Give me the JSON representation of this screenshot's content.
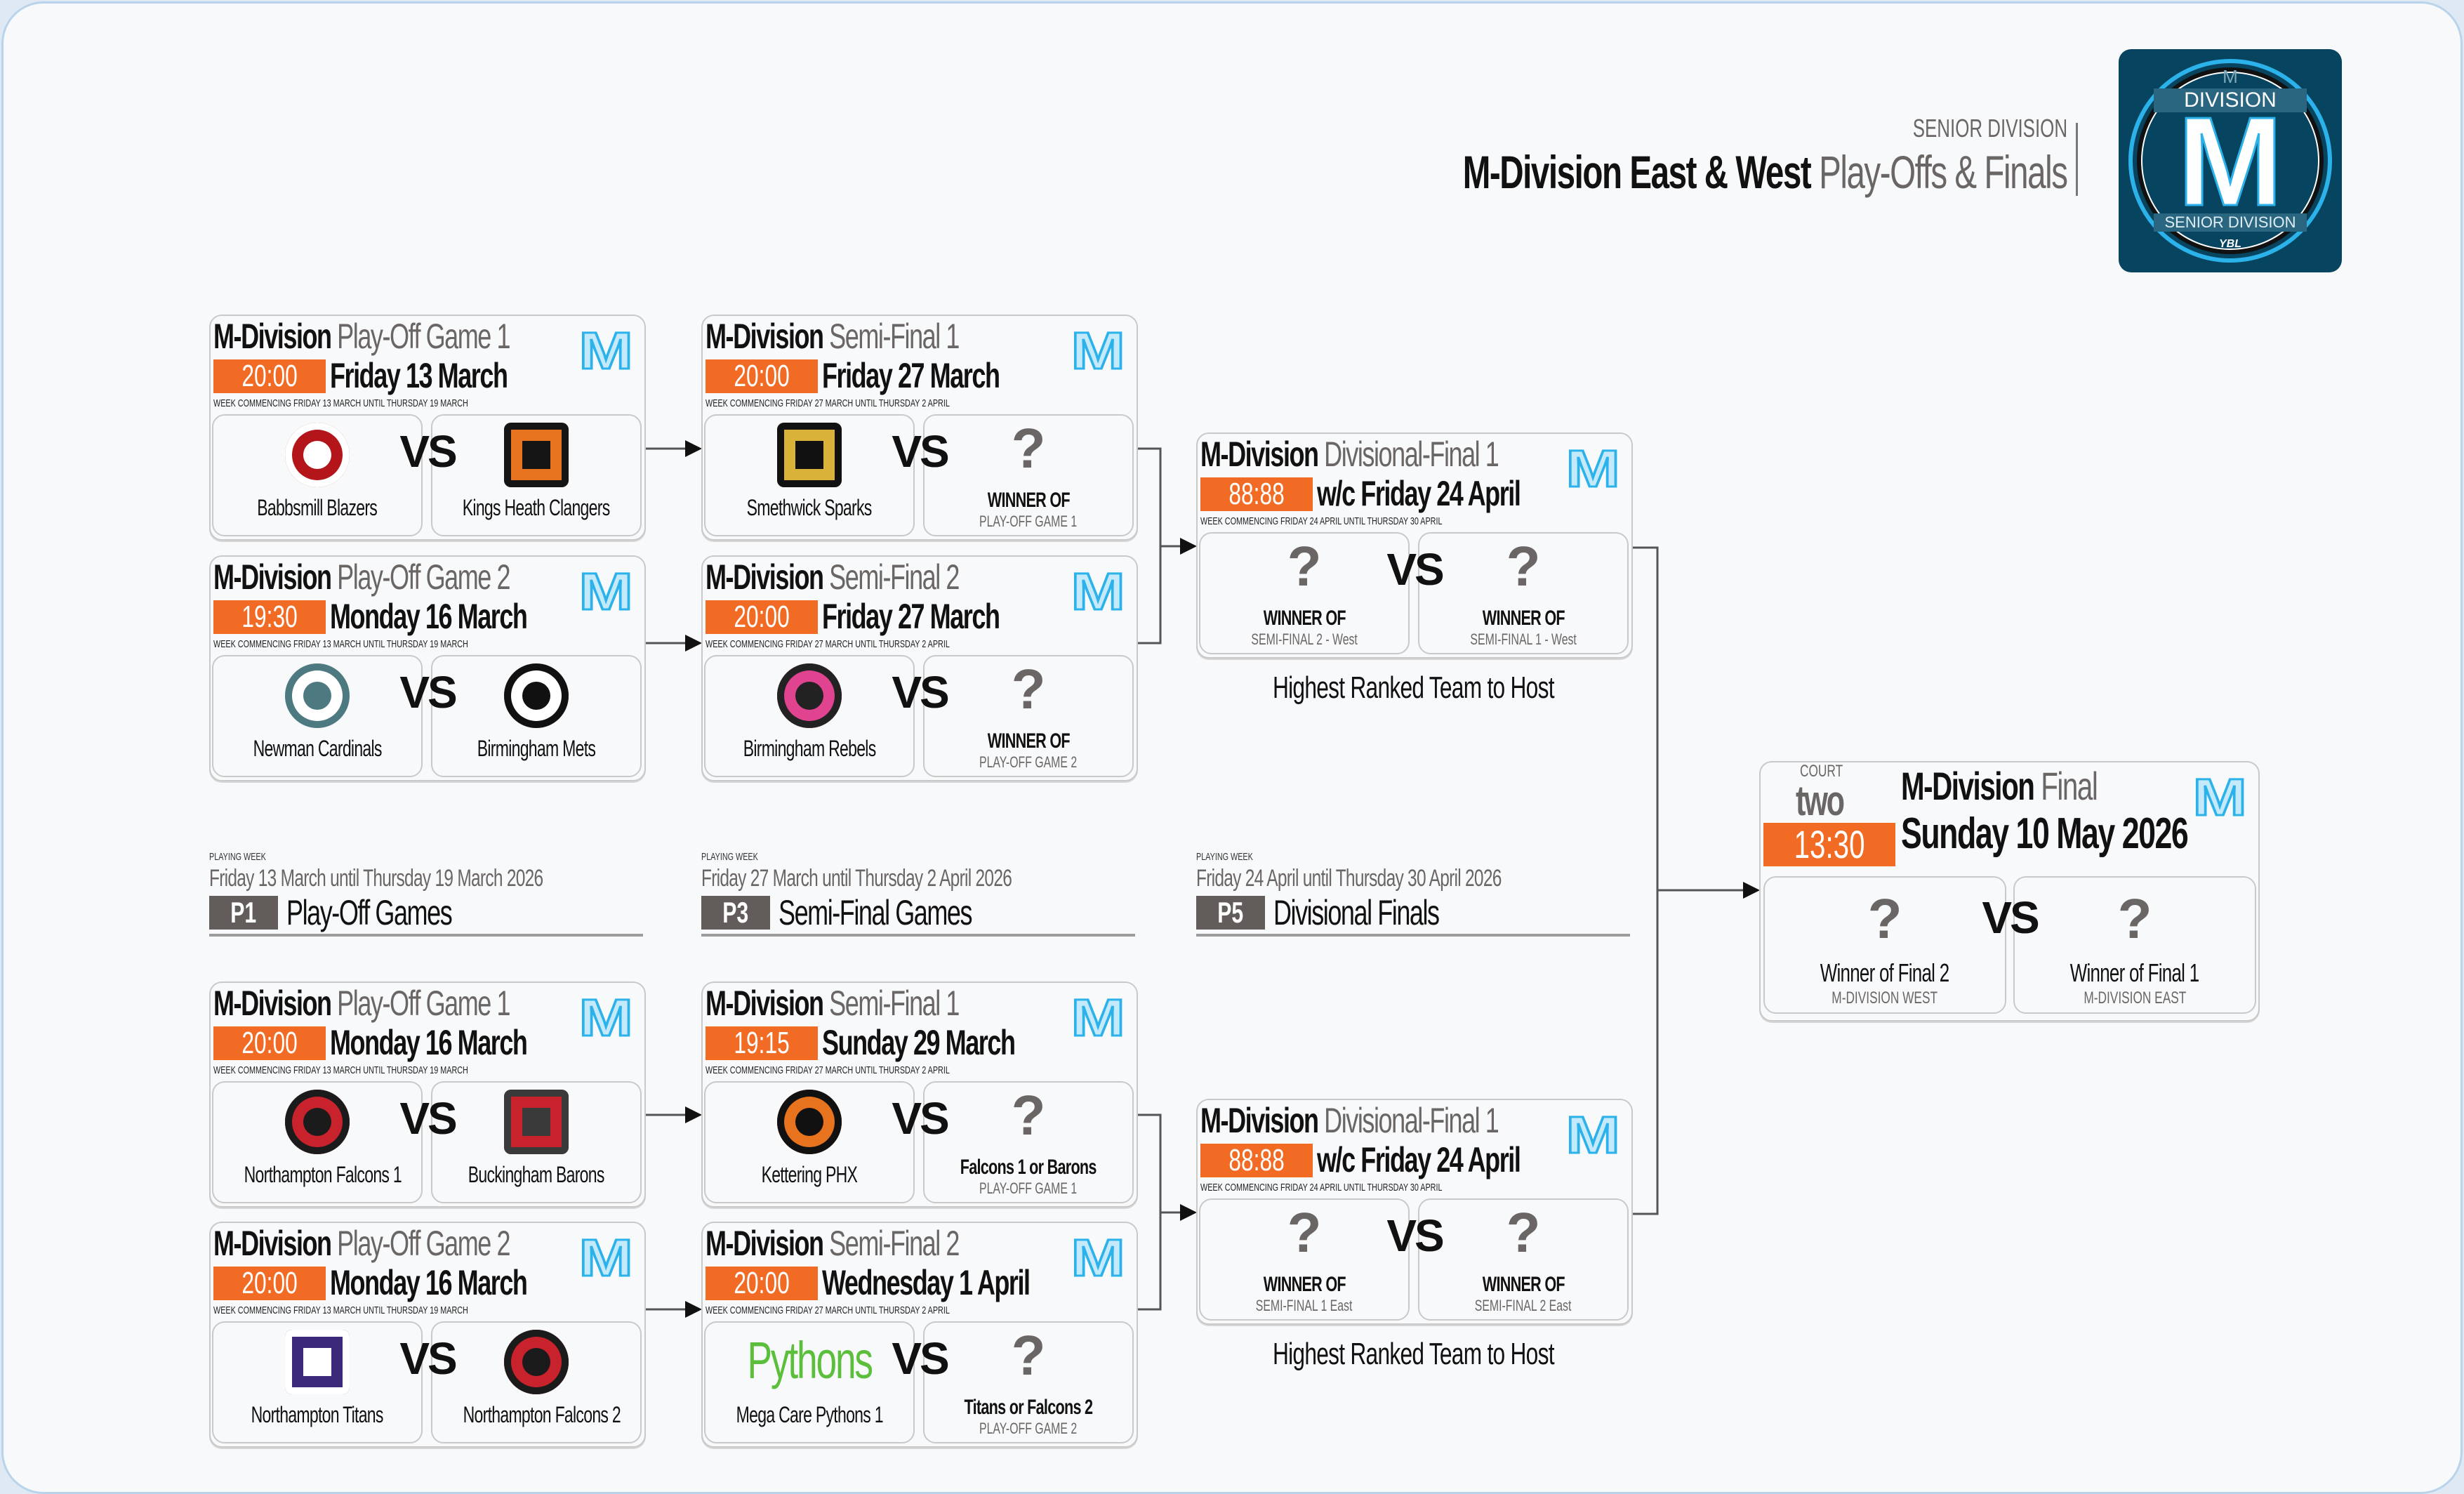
{
  "header": {
    "kicker": "SENIOR DIVISION",
    "title_bold": "M-Division East & West",
    "title_light": "Play-Offs & Finals",
    "logo": {
      "top": "M",
      "middle": "DIVISION",
      "letter": "M",
      "bottom": "SENIOR DIVISION",
      "brand": "YBL",
      "bg": "#07445f",
      "ring": "#2cb2ea"
    }
  },
  "colors": {
    "accent": "#f26b24",
    "badge_fill": "#c4e9fa",
    "badge_stroke": "#2cb2ea",
    "python_green": "#5cbf3c"
  },
  "vs_label": "VS",
  "badge_letter": "M",
  "host_note": "Highest Ranked Team to Host",
  "playing_weeks": [
    {
      "label": "PLAYING WEEK",
      "range": "Friday 13 March until Thursday 19 March 2026",
      "code": "P1",
      "name": "Play-Off Games"
    },
    {
      "label": "PLAYING WEEK",
      "range": "Friday 27 March until Thursday 2 April  2026",
      "code": "P3",
      "name": "Semi-Final Games"
    },
    {
      "label": "PLAYING WEEK",
      "range": "Friday 24 April until Thursday 30 April 2026",
      "code": "P5",
      "name": "Divisional Finals"
    }
  ],
  "games": [
    {
      "title_bold": "M-Division",
      "title_light": "Play-Off Game 1",
      "time": "20:00",
      "date": "Friday 13 March",
      "week": "WEEK COMMENCING FRIDAY 13 MARCH UNTIL THURSDAY 19 MARCH",
      "home": {
        "name": "Babbsmill Blazers",
        "logo_color": "#b3151b",
        "logo_bg": "#ffffff"
      },
      "away": {
        "name": "Kings Heath Clangers",
        "logo_color": "#e8731f",
        "logo_bg": "#151515",
        "square": true
      }
    },
    {
      "title_bold": "M-Division",
      "title_light": "Play-Off Game 2",
      "time": "19:30",
      "date": "Monday 16 March",
      "week": "WEEK COMMENCING FRIDAY 13 MARCH UNTIL THURSDAY 19 MARCH",
      "home": {
        "name": "Newman Cardinals",
        "logo_color": "#ffffff",
        "logo_bg": "#4c7a80"
      },
      "away": {
        "name": "Birmingham Mets",
        "logo_color": "#ffffff",
        "logo_bg": "#111111"
      }
    },
    {
      "title_bold": "M-Division",
      "title_light": "Semi-Final 1",
      "time": "20:00",
      "date": "Friday 27 March",
      "week": "WEEK COMMENCING FRIDAY 27 MARCH UNTIL THURSDAY 2 APRIL",
      "home": {
        "name": "Smethwick Sparks",
        "logo_color": "#d9b23a",
        "logo_bg": "#111111",
        "square": true
      },
      "away": {
        "unknown": "?",
        "name": "WINNER OF",
        "sub": "PLAY-OFF GAME 1"
      }
    },
    {
      "title_bold": "M-Division",
      "title_light": "Semi-Final 2",
      "time": "20:00",
      "date": "Friday 27 March",
      "week": "WEEK COMMENCING FRIDAY 27 MARCH UNTIL THURSDAY 2 APRIL",
      "home": {
        "name": "Birmingham Rebels",
        "logo_color": "#e0438f",
        "logo_bg": "#222222"
      },
      "away": {
        "unknown": "?",
        "name": "WINNER OF",
        "sub": "PLAY-OFF GAME 2"
      }
    },
    {
      "title_bold": "M-Division",
      "title_light": "Play-Off Game 1",
      "time": "20:00",
      "date": "Monday 16 March",
      "week": "WEEK COMMENCING FRIDAY 13 MARCH UNTIL THURSDAY 19 MARCH",
      "home": {
        "name": "Northampton Falcons 1",
        "logo_color": "#c8232c",
        "logo_bg": "#1b1b1b"
      },
      "away": {
        "name": "Buckingham Barons",
        "logo_color": "#c8232c",
        "logo_bg": "#3a3a3a",
        "square": true
      }
    },
    {
      "title_bold": "M-Division",
      "title_light": "Play-Off Game 2",
      "time": "20:00",
      "date": "Monday 16 March",
      "week": "WEEK COMMENCING FRIDAY 13 MARCH UNTIL THURSDAY 19 MARCH",
      "home": {
        "name": "Northampton Titans",
        "logo_color": "#3b2a7a",
        "logo_bg": "#ffffff",
        "square": true
      },
      "away": {
        "name": "Northampton Falcons 2",
        "logo_color": "#c8232c",
        "logo_bg": "#1b1b1b"
      }
    },
    {
      "title_bold": "M-Division",
      "title_light": "Semi-Final 1",
      "time": "19:15",
      "date": "Sunday 29 March",
      "week": "WEEK COMMENCING FRIDAY 27 MARCH UNTIL THURSDAY 2 APRIL",
      "home": {
        "name": "Kettering PHX",
        "logo_color": "#e8731f",
        "logo_bg": "#111111"
      },
      "away": {
        "unknown": "?",
        "name": "Falcons 1 or Barons",
        "sub": "PLAY-OFF GAME 1"
      }
    },
    {
      "title_bold": "M-Division",
      "title_light": "Semi-Final 2",
      "time": "20:00",
      "date": "Wednesday 1 April",
      "week": "WEEK COMMENCING FRIDAY 27 MARCH UNTIL THURSDAY 2 APRIL",
      "home": {
        "name": "Mega Care Pythons 1",
        "logo_text": "Pythons"
      },
      "away": {
        "unknown": "?",
        "name": "Titans or Falcons 2",
        "sub": "PLAY-OFF GAME 2"
      }
    },
    {
      "title_bold": "M-Division",
      "title_light": "Divisional-Final 1",
      "time": "88:88",
      "date": "w/c Friday 24 April",
      "week": "WEEK COMMENCING FRIDAY 24 APRIL UNTIL THURSDAY 30 APRIL",
      "home": {
        "unknown": "?",
        "name": "WINNER OF",
        "sub": "SEMI-FINAL 2 - West"
      },
      "away": {
        "unknown": "?",
        "name": "WINNER OF",
        "sub": "SEMI-FINAL 1 - West"
      }
    },
    {
      "title_bold": "M-Division",
      "title_light": "Divisional-Final 1",
      "time": "88:88",
      "date": "w/c Friday 24 April",
      "week": "WEEK COMMENCING FRIDAY 24 APRIL UNTIL THURSDAY 30 APRIL",
      "home": {
        "unknown": "?",
        "name": "WINNER OF",
        "sub": "SEMI-FINAL 1 East"
      },
      "away": {
        "unknown": "?",
        "name": "WINNER OF",
        "sub": "SEMI-FINAL 2 East"
      }
    }
  ],
  "final": {
    "court_label": "COURT",
    "court": "two",
    "title_bold": "M-Division",
    "title_light": "Final",
    "time": "13:30",
    "date": "Sunday 10 May 2026",
    "home": {
      "unknown": "?",
      "name": "Winner of Final 2",
      "sub": "M-DIVISION WEST"
    },
    "away": {
      "unknown": "?",
      "name": "Winner of Final 1",
      "sub": "M-DIVISION EAST"
    }
  }
}
